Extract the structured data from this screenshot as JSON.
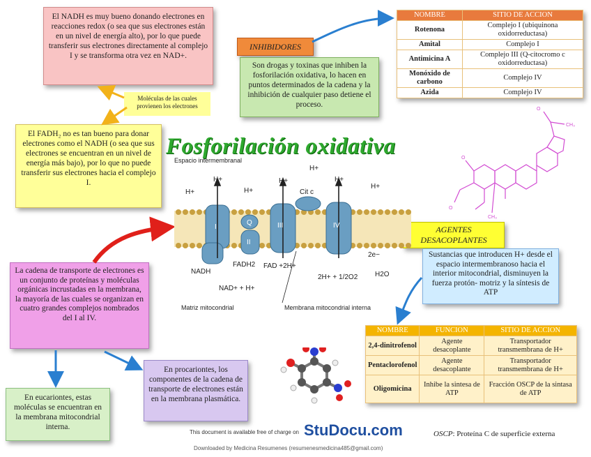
{
  "title": "Fosforilación oxidativa",
  "nadh_box": "El NADH es muy bueno donando electrones en reacciones redox (o sea que sus electrones están en un nivel de energía alto), por lo que puede transferir sus electrones directamente al complejo I y se transforma otra vez en NAD+.",
  "electron_source_note": "Moléculas de las cuales provienen los electrones",
  "fadh2_box": "El FADH₂ no es tan bueno para donar electrones como el NADH (o sea que sus electrones se encuentran en un nivel de energía más bajo), por lo que no puede transferir sus electrones hacia el complejo I.",
  "chain_box": "La cadena de transporte de electrones es un conjunto de proteínas y moléculas orgánicas incrustadas en la membrana, la mayoría de las cuales se organizan en cuatro grandes complejos nombrados del I al IV.",
  "eukaryote_box": "En eucariontes, estas moléculas se encuentran en la membrana mitocondrial interna.",
  "prokaryote_box": "En procariontes, los componentes de la cadena de transporte de electrones están en la membrana plasmática.",
  "inhibitors_label": "INHIBIDORES",
  "inhibitors_desc": "Son drogas y toxinas que inhiben la fosforilación oxidativa, lo hacen en puntos determinados de la cadena y la inhibición de cualquier paso detiene el proceso.",
  "inhibitors_table": {
    "headers": [
      "NOMBRE",
      "SITIO DE ACCION"
    ],
    "rows": [
      [
        "Rotenona",
        "Complejo I (ubiquinona oxidorreductasa)"
      ],
      [
        "Amital",
        "Complejo I"
      ],
      [
        "Antimicina A",
        "Complejo III (Q-citocromo c oxidorreductasa)"
      ],
      [
        "Monóxido de carbono",
        "Complejo IV"
      ],
      [
        "Azida",
        "Complejo IV"
      ]
    ]
  },
  "uncouplers_label": "AGENTES DESACOPLANTES",
  "uncouplers_desc": "Sustancias que introducen H+ desde el espacio intermembranoso hacia el interior mitocondrial, disminuyen la fuerza protón- motriz y la síntesis de ATP",
  "uncouplers_table": {
    "headers": [
      "NOMBRE",
      "FUNCION",
      "SITIO DE ACCION"
    ],
    "rows": [
      [
        "2,4-dinitrofenol",
        "Agente desacoplante",
        "Transportador transmembrana de H+"
      ],
      [
        "Pentaclorofenol",
        "Agente desacoplante",
        "Transportador transmembrana de H+"
      ],
      [
        "Oligomicina",
        "Inhibe la sintesa de ATP",
        "Fracción OSCP de la sintasa de ATP"
      ]
    ]
  },
  "diagram": {
    "space_label": "Espacio intermembranal",
    "matrix_label": "Matriz mitocondrial",
    "membrane_label": "Membrana mitocondrial interna",
    "complexes": [
      "I",
      "II",
      "III",
      "IV"
    ],
    "q_label": "Q",
    "cytc_label": "Cit c",
    "hplus": "H+",
    "nadh": "NADH",
    "nad": "NAD+ + H+",
    "fadh2": "FADH2",
    "fad": "FAD +2H+",
    "o2": "2H+ + 1/2O2",
    "h2o": "H2O",
    "e2": "2e−"
  },
  "footer": {
    "availability": "This document is available free of charge on",
    "brand": "StuDocu.com",
    "downloaded": "Downloaded by Medicina Resumenes (resumenesmedicina485@gmail.com)",
    "oscp_abbr": "OSCP",
    "oscp_def": ": Proteína C de superficie externa"
  },
  "colors": {
    "title": "#2ea82e",
    "pink_box": "#f9c4c4",
    "yellow_box": "#ffff99",
    "magenta_box": "#f0a0e8",
    "green_box": "#d8f0c8",
    "purple_box": "#d8c8f0",
    "blue_box": "#d0ecff",
    "orange_tag": "#f08a3a",
    "arrow_red": "#e0201a",
    "arrow_blue": "#2a7fd0",
    "arrow_yellow": "#f2b21a"
  }
}
